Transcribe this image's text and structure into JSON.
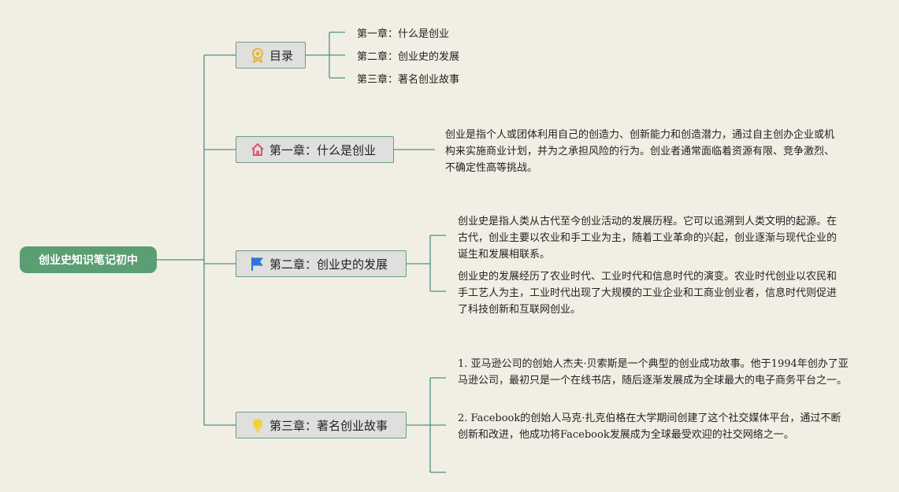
{
  "root": {
    "label": "创业史知识笔记初中"
  },
  "branches": {
    "toc": {
      "label": "目录",
      "icon": "award-ribbon-icon",
      "items": [
        "第一章：什么是创业",
        "第二章：创业史的发展",
        "第三章：著名创业故事"
      ]
    },
    "ch1": {
      "label": "第一章：什么是创业",
      "icon": "home-icon",
      "text": "创业是指个人或团体利用自己的创造力、创新能力和创造潜力，通过自主创办企业或机构来实施商业计划，并为之承担风险的行为。创业者通常面临着资源有限、竞争激烈、不确定性高等挑战。"
    },
    "ch2": {
      "label": "第二章：创业史的发展",
      "icon": "flag-icon",
      "text1": "创业史是指人类从古代至今创业活动的发展历程。它可以追溯到人类文明的起源。在古代，创业主要以农业和手工业为主，随着工业革命的兴起，创业逐渐与现代企业的诞生和发展相联系。",
      "text2": "创业史的发展经历了农业时代、工业时代和信息时代的演变。农业时代创业以农民和手工艺人为主，工业时代出现了大规模的工业企业和工商业创业者，信息时代则促进了科技创新和互联网创业。"
    },
    "ch3": {
      "label": "第三章：著名创业故事",
      "icon": "lightbulb-icon",
      "text1": "1. 亚马逊公司的创始人杰夫·贝索斯是一个典型的创业成功故事。他于1994年创办了亚马逊公司，最初只是一个在线书店，随后逐渐发展成为全球最大的电子商务平台之一。",
      "text2": "2. Facebook的创始人马克·扎克伯格在大学期间创建了这个社交媒体平台，通过不断创新和改进，他成功将Facebook发展成为全球最受欢迎的社交网络之一。"
    }
  },
  "colors": {
    "background": "#f1efe4",
    "root_fill": "#5b9e73",
    "node_fill": "#dfdfdd",
    "node_border": "#6a9c82",
    "connector": "#4f8f86",
    "icon_toc": "#e8b33c",
    "icon_home": "#d9536a",
    "icon_flag": "#2b76d6",
    "icon_bulb": "#f2d231"
  }
}
